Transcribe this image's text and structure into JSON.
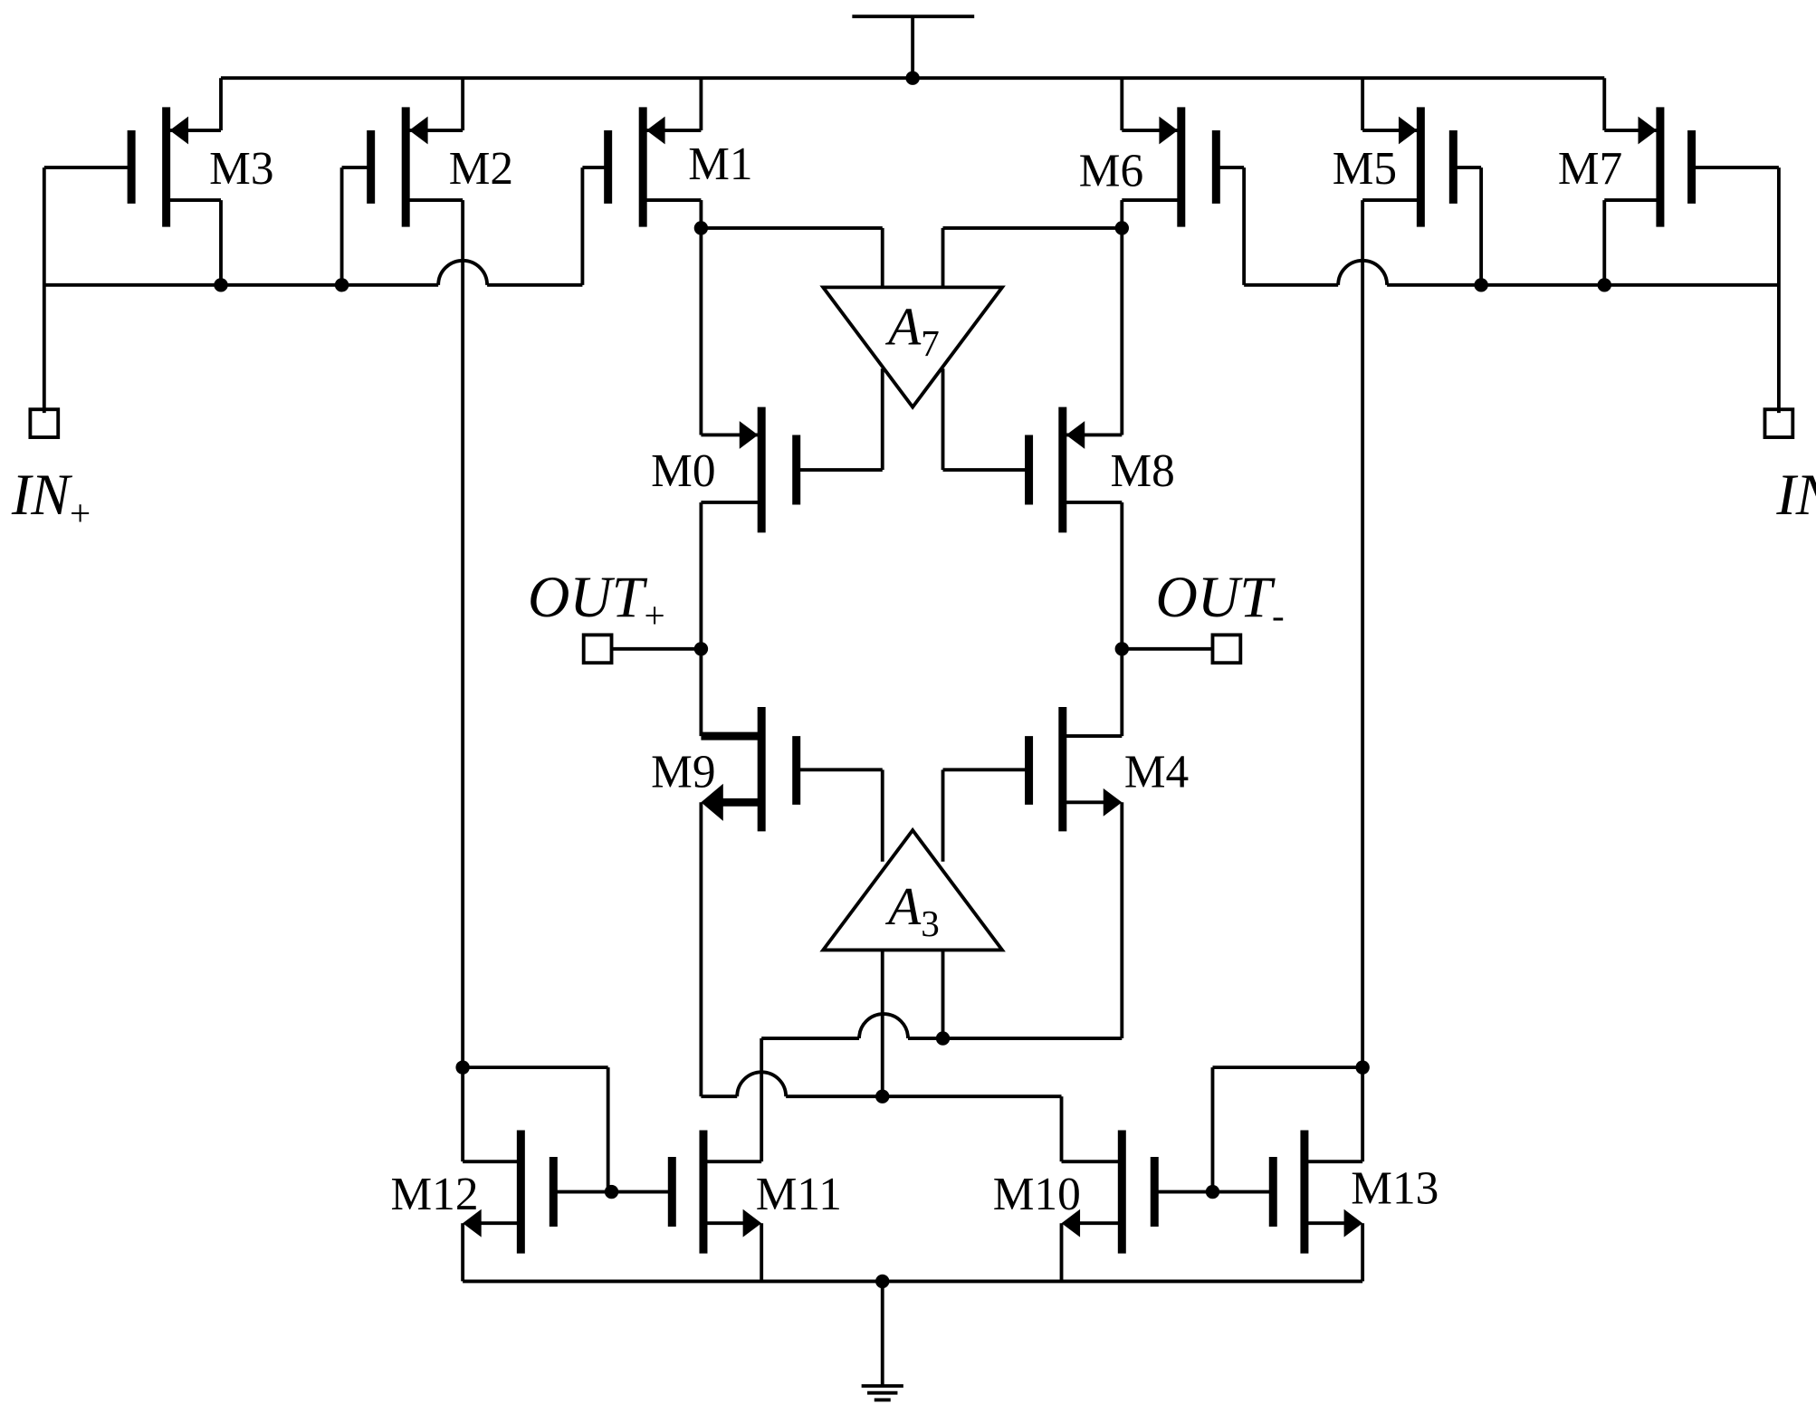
{
  "transistors": {
    "m0": "M0",
    "m1": "M1",
    "m2": "M2",
    "m3": "M3",
    "m4": "M4",
    "m5": "M5",
    "m6": "M6",
    "m7": "M7",
    "m8": "M8",
    "m9": "M9",
    "m10": "M10",
    "m11": "M11",
    "m12": "M12",
    "m13": "M13"
  },
  "amplifiers": {
    "a7": {
      "base": "A",
      "sub": "7"
    },
    "a3": {
      "base": "A",
      "sub": "3"
    }
  },
  "ports": {
    "in_plus": {
      "base": "IN",
      "sub": "+"
    },
    "in_minus": {
      "base": "IN",
      "sub": "-"
    },
    "out_plus": {
      "base": "OUT",
      "sub": "+"
    },
    "out_minus": {
      "base": "OUT",
      "sub": "-"
    }
  }
}
